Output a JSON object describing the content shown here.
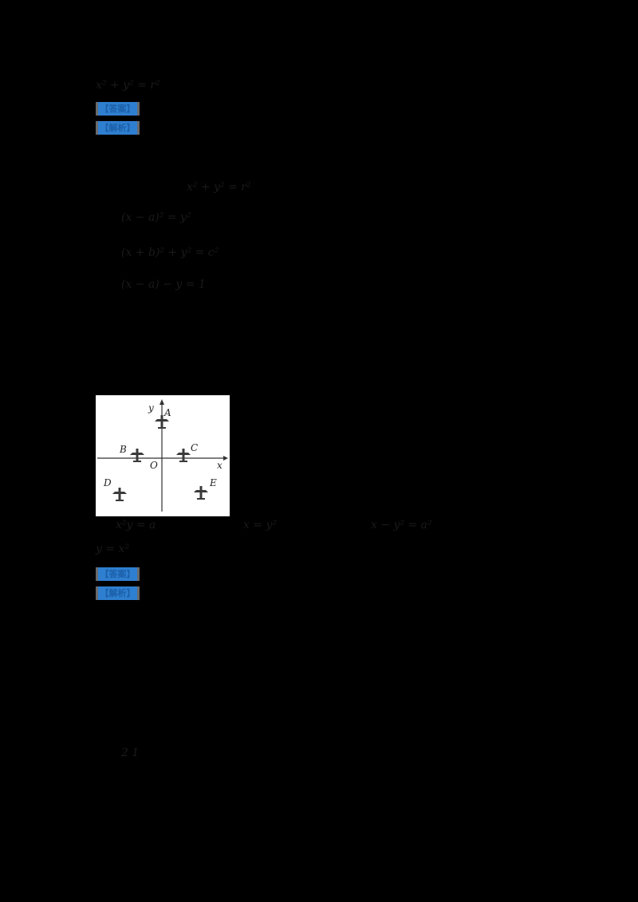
{
  "document": {
    "background": "#000000",
    "badge_color": "#2f7fd0"
  },
  "question1": {
    "stem_formula": "x² + y² = r²",
    "answer_badge": "【答案】",
    "analysis_badge": "【解析】",
    "analysis_formulas": [
      "x² + y² = r²",
      "(x − a)² = y²",
      "(x + b)² + y² = c²",
      "(x − a) − y = 1"
    ]
  },
  "question2": {
    "figure": {
      "axes": {
        "x_label": "x",
        "y_label": "y",
        "origin_label": "O"
      },
      "points": [
        {
          "label": "A",
          "position": "positive y-axis"
        },
        {
          "label": "B",
          "position": "negative x-axis"
        },
        {
          "label": "C",
          "position": "positive x-axis"
        },
        {
          "label": "D",
          "position": "third quadrant"
        },
        {
          "label": "E",
          "position": "fourth quadrant"
        }
      ],
      "icon": "airplane-icon"
    },
    "options_formulas": [
      "x²y = a",
      "x = y²",
      "x − y² = a²"
    ],
    "stem_formula_2": "y = x²",
    "answer_badge": "【答案】",
    "analysis_badge": "【解析】"
  },
  "question3": {
    "fragment": "2  1"
  }
}
